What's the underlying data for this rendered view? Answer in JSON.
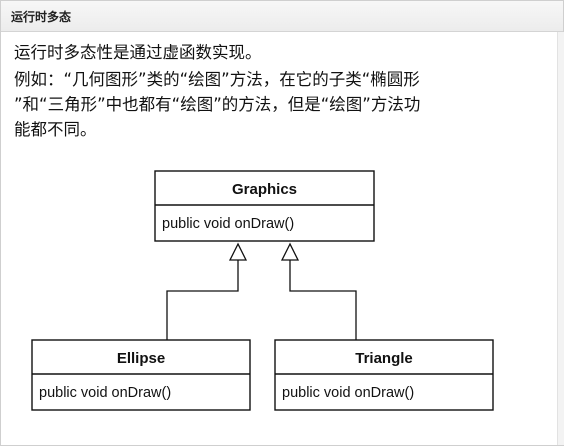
{
  "window": {
    "title": "运行时多态"
  },
  "text": {
    "line1": "运行时多态性是通过虚函数实现。",
    "line2_1": "例如：“几何图形”类的“绘图”方法，在它的子类“椭圆形",
    "line2_2": "”和“三角形”中也都有“绘图”的方法，但是“绘图”方法功",
    "line2_3": "能都不同。"
  },
  "diagram": {
    "parent": {
      "name": "Graphics",
      "method": "public void onDraw()"
    },
    "children": [
      {
        "name": "Ellipse",
        "method": "public void onDraw()"
      },
      {
        "name": "Triangle",
        "method": "public void onDraw()"
      }
    ]
  }
}
